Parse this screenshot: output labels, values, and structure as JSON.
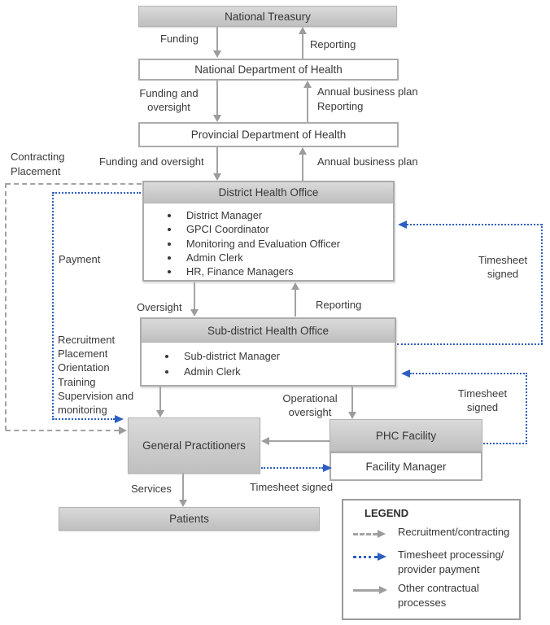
{
  "diagram": {
    "boxes": {
      "national_treasury": "National Treasury",
      "ndoh": "National Department of Health",
      "pdoh": "Provincial Department of Health",
      "district": {
        "title": "District Health Office",
        "bullets": [
          "District Manager",
          "GPCI Coordinator",
          "Monitoring and Evaluation Officer",
          "Admin Clerk",
          "HR, Finance Managers"
        ]
      },
      "subdistrict": {
        "title": "Sub-district Health Office",
        "bullets": [
          "Sub-district Manager",
          "Admin Clerk"
        ]
      },
      "gp": "General Practitioners",
      "phc": "PHC Facility",
      "facility_manager": "Facility Manager",
      "patients": "Patients"
    },
    "labels": {
      "funding": "Funding",
      "reporting_top": "Reporting",
      "funding_oversight_2": "Funding and\noversight",
      "annual_reporting": "Annual business plan\nReporting",
      "funding_oversight_1": "Funding and oversight",
      "annual_plan": "Annual business plan",
      "contracting_placement": "Contracting\nPlacement",
      "payment": "Payment",
      "oversight": "Oversight",
      "reporting_mid": "Reporting",
      "recruitment_list": "Recruitment\nPlacement\nOrientation\nTraining\nSupervision and\nmonitoring",
      "operational_oversight": "Operational\noversight",
      "timesheet_signed_upper": "Timesheet\nsigned",
      "timesheet_signed_mid": "Timesheet\nsigned",
      "timesheet_signed_bottom": "Timesheet signed",
      "services": "Services"
    },
    "legend": {
      "title": "LEGEND",
      "items": [
        {
          "label": "Recruitment/contracting",
          "style": "dashed-gray"
        },
        {
          "label": "Timesheet processing/\nprovider payment",
          "style": "dotted-blue"
        },
        {
          "label": "Other contractual\nprocesses",
          "style": "solid-gray"
        }
      ]
    },
    "colors": {
      "accent_blue": "#2d5fc0",
      "arrow_gray": "#a3a3a3",
      "box_gray": "#c9c9c9"
    }
  }
}
